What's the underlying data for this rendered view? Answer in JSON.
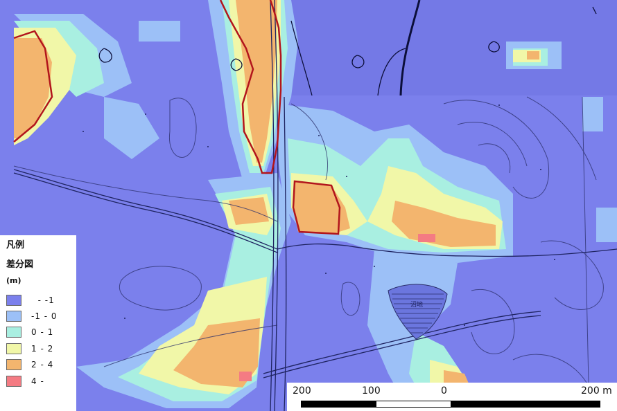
{
  "legend": {
    "title": "凡例",
    "subtitle": "差分図",
    "unit": "(m)",
    "items": [
      {
        "label": "  - -1",
        "color": "#7b80ec"
      },
      {
        "label": "-1 - 0",
        "color": "#9cc0f7"
      },
      {
        "label": "0 - 1",
        "color": "#a9efe1"
      },
      {
        "label": "1 - 2",
        "color": "#f1f7a8"
      },
      {
        "label": "2 - 4",
        "color": "#f3b56e"
      },
      {
        "label": "4 -",
        "color": "#f47b83"
      }
    ]
  },
  "scale_bar": {
    "labels": [
      "200",
      "100",
      "0",
      "200 m"
    ],
    "unit": "m"
  },
  "map": {
    "annotation": "沼地",
    "boundary_color": "#b2151c",
    "contour_color": "#2a2e6a"
  }
}
